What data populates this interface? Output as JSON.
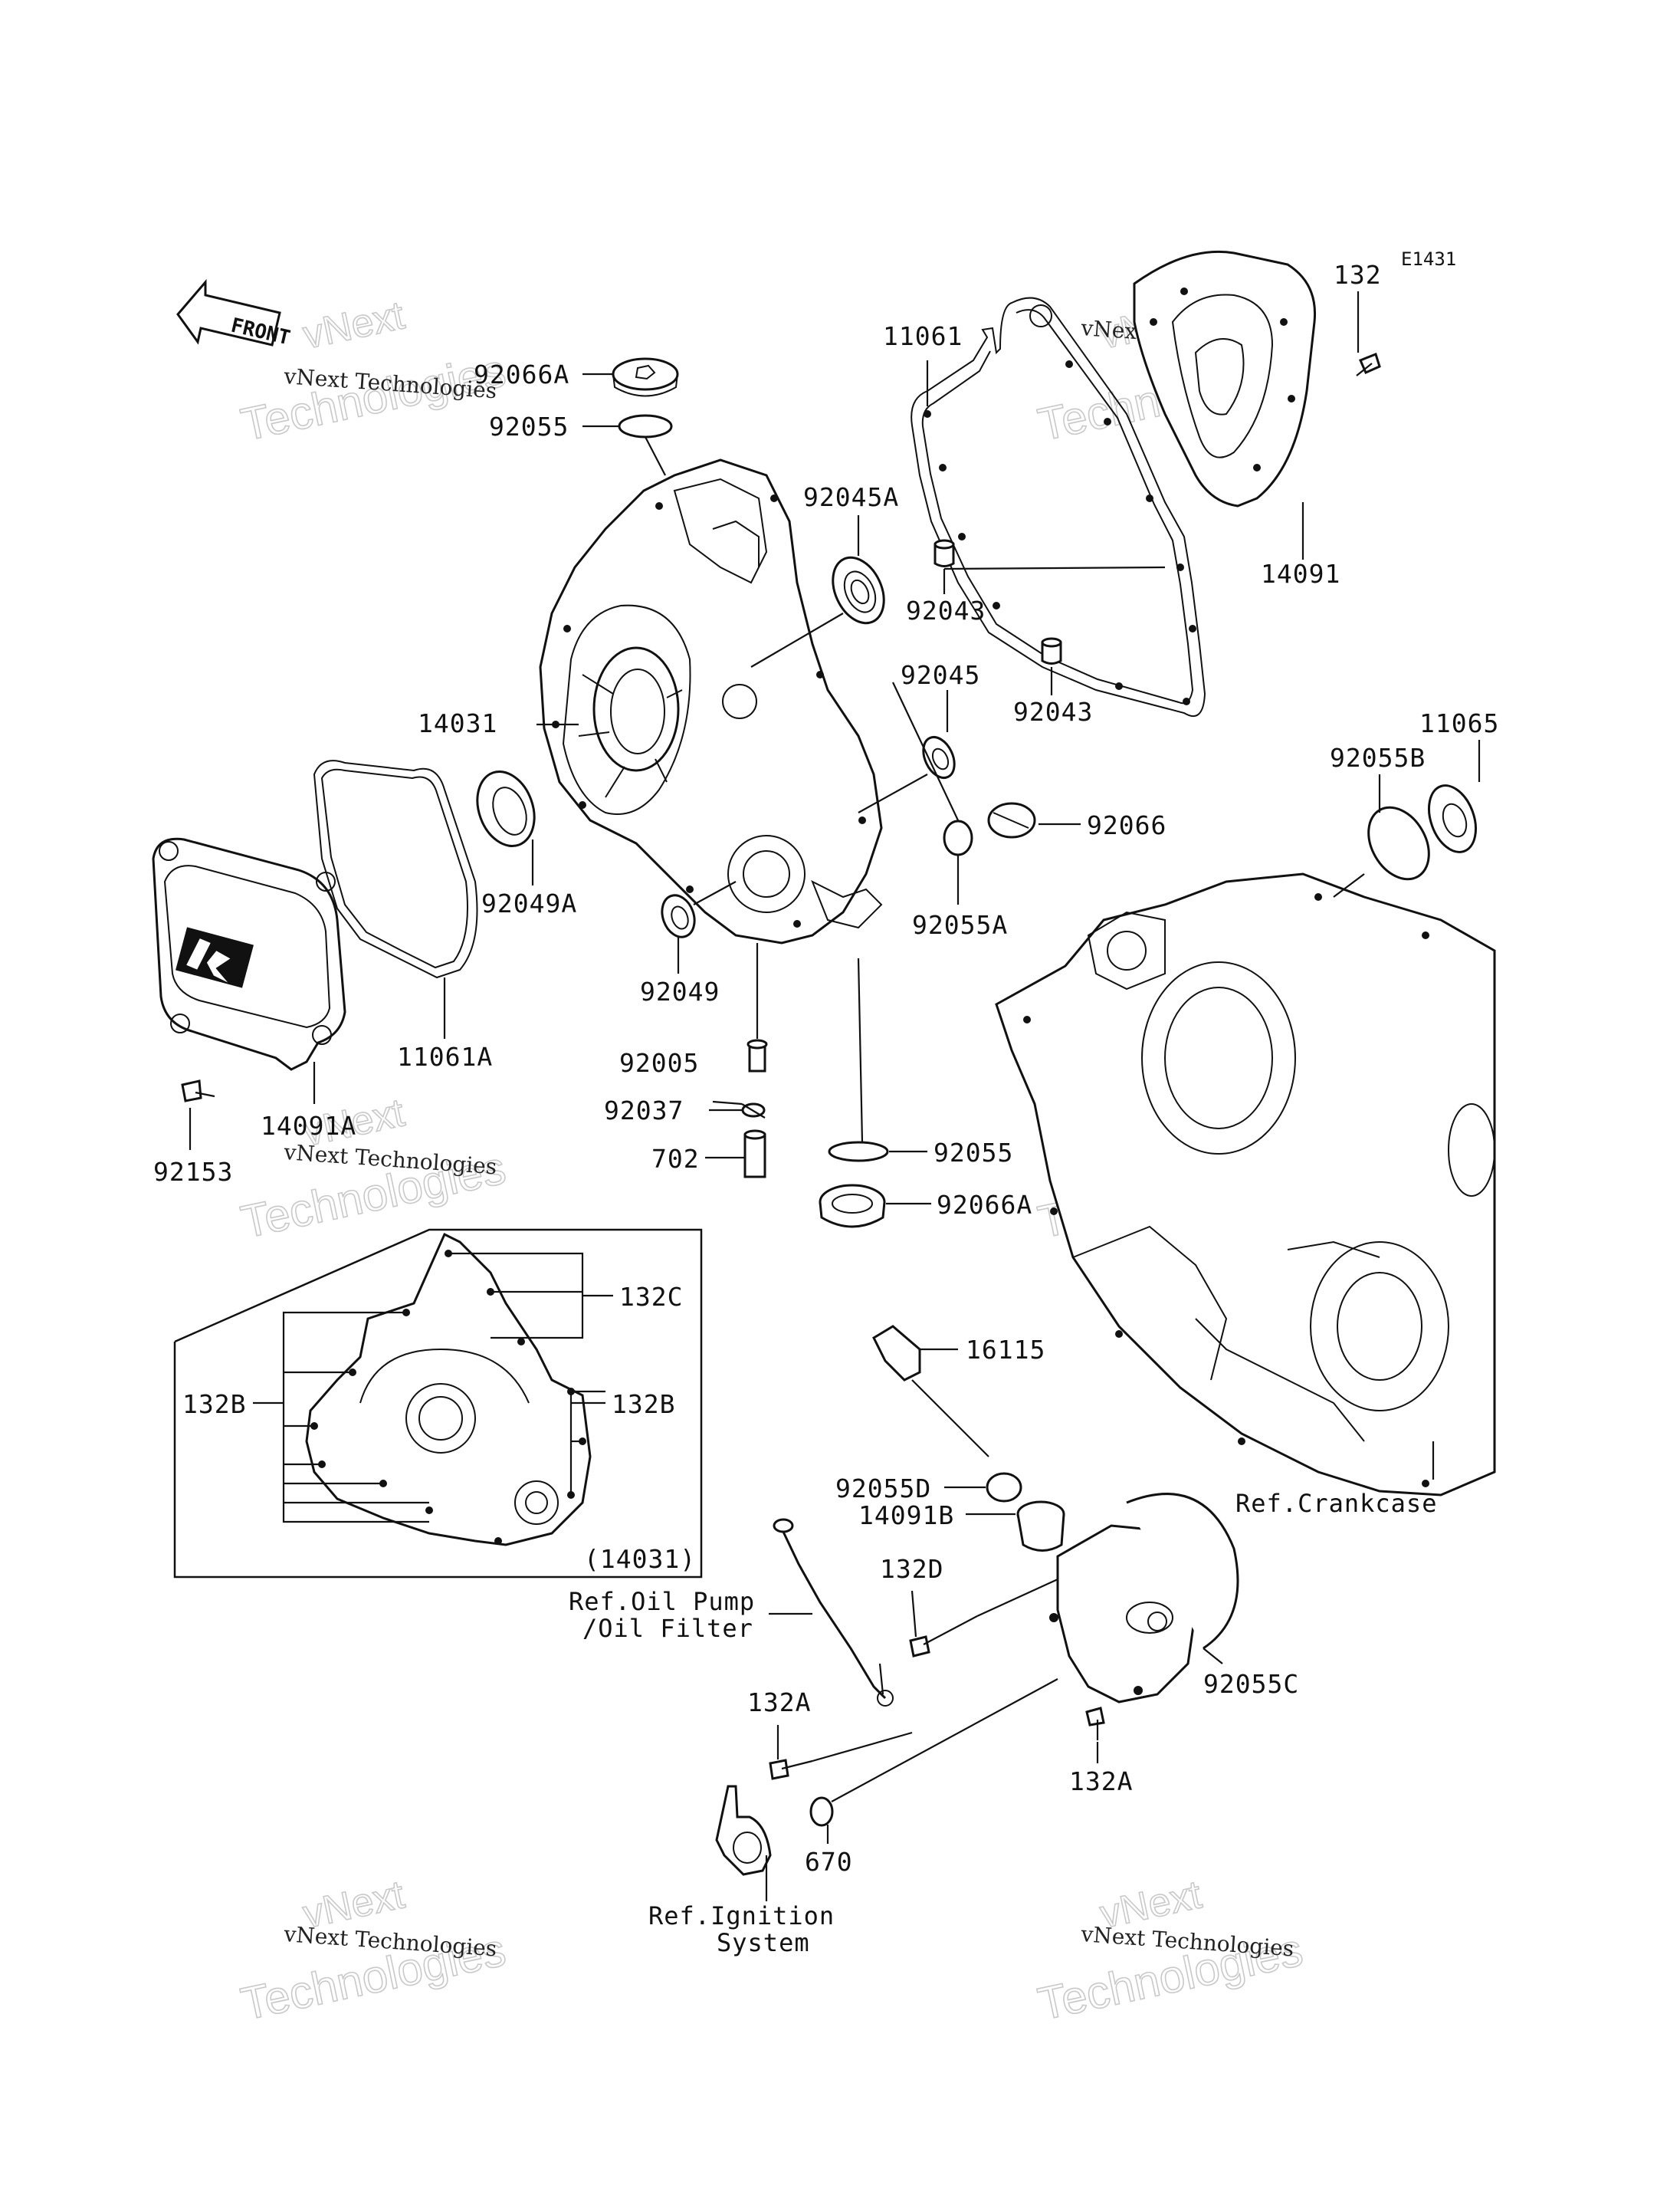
{
  "diagram_code": "E1431",
  "front_arrow_text": "FRONT",
  "watermark": {
    "line1": "vNext",
    "line2": "Technologies",
    "small": "vNext Technologies"
  },
  "parts": {
    "p132": "132",
    "p11061": "11061",
    "p92066A_top": "92066A",
    "p92055_top": "92055",
    "p92045A": "92045A",
    "p14091": "14091",
    "p92043_a": "92043",
    "p92043_b": "92043",
    "p14031": "14031",
    "p92045": "92045",
    "p11065": "11065",
    "p92055B": "92055B",
    "p92066": "92066",
    "p92049A": "92049A",
    "p92055A": "92055A",
    "p92049": "92049",
    "p11061A": "11061A",
    "p92005": "92005",
    "p92037": "92037",
    "p702": "702",
    "p92055_mid": "92055",
    "p92066A_mid": "92066A",
    "p92153": "92153",
    "p14091A": "14091A",
    "p132C": "132C",
    "p132B_right": "132B",
    "p132B_left": "132B",
    "p14031_ref": "(14031)",
    "p16115": "16115",
    "p92055D": "92055D",
    "p14091B": "14091B",
    "p132D": "132D",
    "p132A_left": "132A",
    "p92055C": "92055C",
    "p132A_right": "132A",
    "p670": "670"
  },
  "refs": {
    "crankcase": "Ref.Crankcase",
    "oil_pump_1": "Ref.Oil Pump",
    "oil_pump_2": "/Oil Filter",
    "ignition_1": "Ref.Ignition",
    "ignition_2": "System"
  }
}
